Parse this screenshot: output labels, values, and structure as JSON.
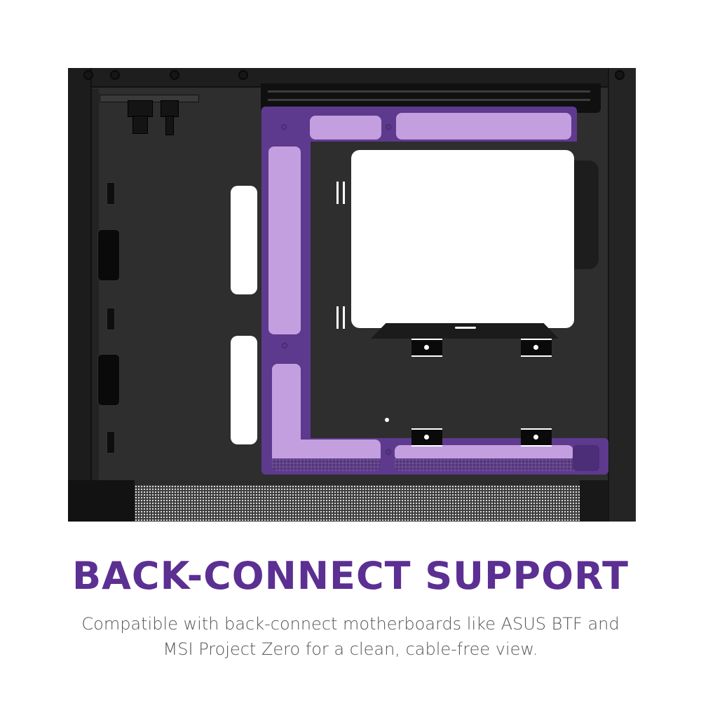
{
  "headline": "BACK-CONNECT SUPPORT",
  "description": {
    "line1": "Compatible with back-connect motherboards like ASUS BTF and",
    "line2": "MSI Project Zero for a clean, cable-free view."
  },
  "colors": {
    "headline": "#5c2f93",
    "tray_dark": "#5e3a8e",
    "tray_light": "#c39fe0",
    "case_body": "#2b2b2b",
    "description_text": "#555555"
  },
  "image": {
    "subject": "pc-case-side-view-with-back-connect-cable-tray"
  }
}
